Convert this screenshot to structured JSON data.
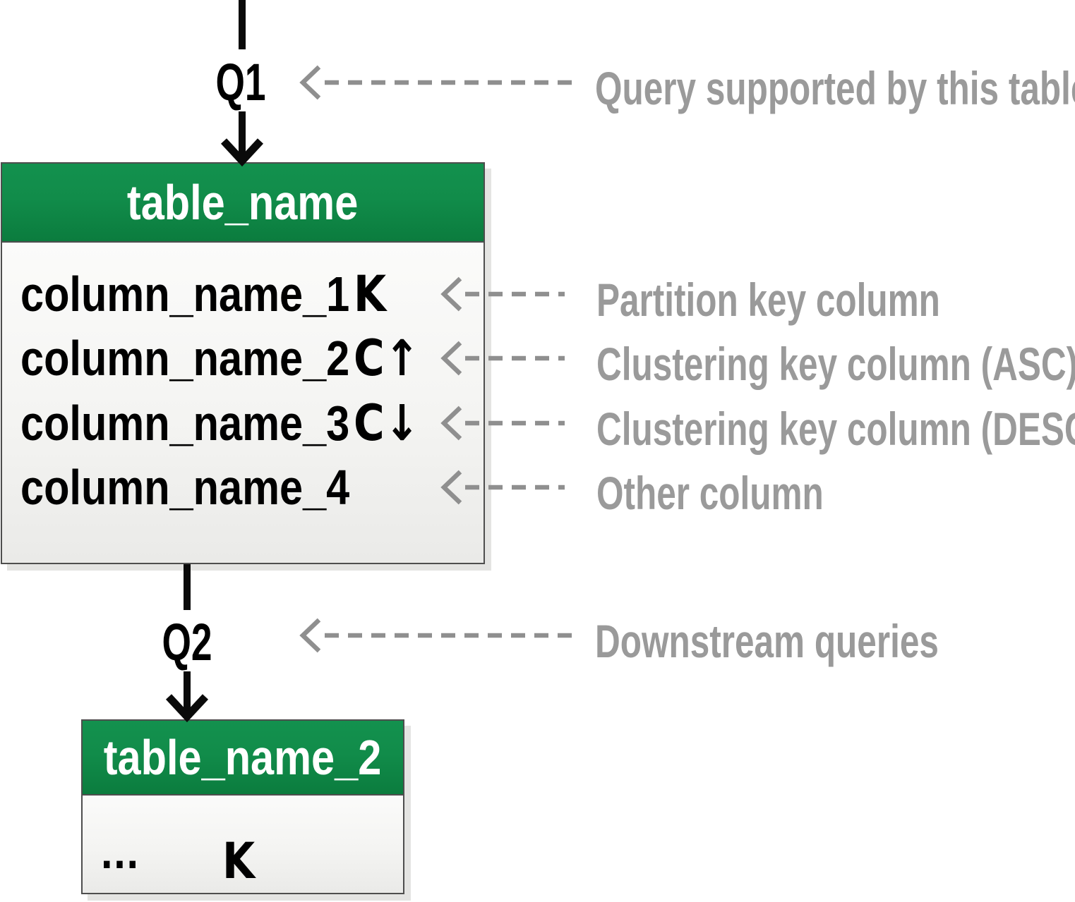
{
  "diagram": {
    "query1": {
      "label": "Q1",
      "annotation": "Query supported by this table"
    },
    "table1": {
      "name": "table_name",
      "columns": [
        {
          "name": "column_name_1",
          "key": "K",
          "annotation": "Partition key column"
        },
        {
          "name": "column_name_2",
          "key": "C↑",
          "annotation": "Clustering key column (ASC)"
        },
        {
          "name": "column_name_3",
          "key": "C↓",
          "annotation": "Clustering key column (DESC)"
        },
        {
          "name": "column_name_4",
          "key": "",
          "annotation": "Other column"
        }
      ]
    },
    "query2": {
      "label": "Q2",
      "annotation": "Downstream queries"
    },
    "table2": {
      "name": "table_name_2",
      "columns": [
        {
          "name": "...",
          "key": "K"
        }
      ]
    },
    "colors": {
      "header_green": "#118C4A",
      "header_green_dark": "#0B7C3E",
      "table_border": "#4E4E4E",
      "shadow_gray": "#E4E4E2",
      "annotation_gray": "#9A9A9A",
      "dashed_arrow_gray": "#8F8F8F",
      "connector_black": "#0A0A0A",
      "header_text": "#FFFFFF"
    }
  }
}
